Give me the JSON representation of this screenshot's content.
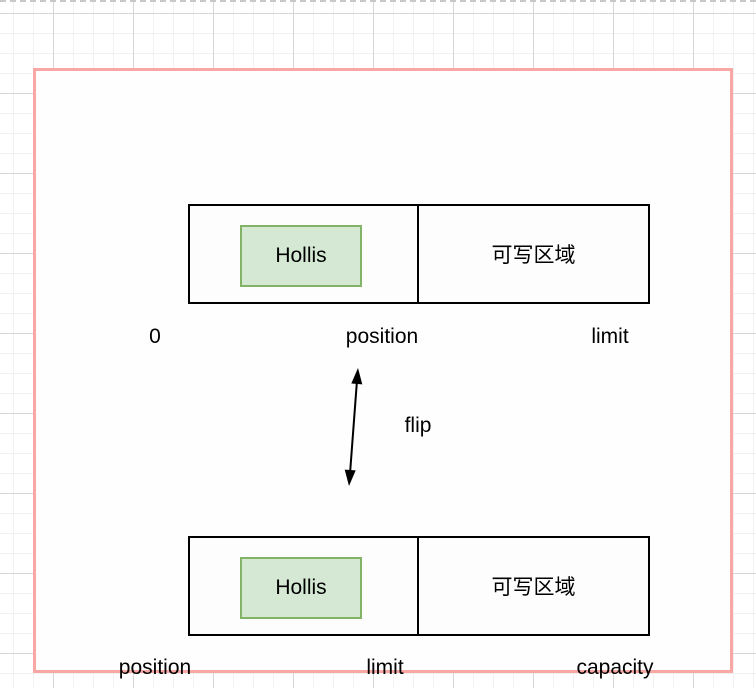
{
  "colors": {
    "page_border": "#f8a7a4",
    "shape_stroke": "#000000",
    "data_block_fill": "#d5e8d4",
    "data_block_stroke": "#82b366",
    "grid_minor": "#f1f1f1",
    "grid_major": "#d6d6d6",
    "dashed_guide": "#c8c8c8"
  },
  "top_buffer": {
    "data_block_label": "Hollis",
    "writable_label": "可写区域",
    "marker_labels": [
      "0",
      "position",
      "limit"
    ]
  },
  "flip_arrow": {
    "label": "flip"
  },
  "bottom_buffer": {
    "data_block_label": "Hollis",
    "writable_label": "可写区域",
    "marker_labels": [
      "position",
      "limit",
      "capacity"
    ]
  }
}
